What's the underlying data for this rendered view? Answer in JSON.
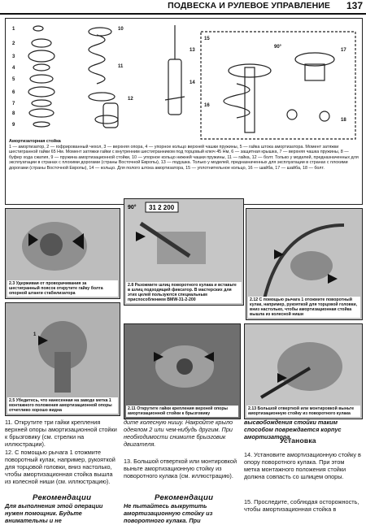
{
  "header": {
    "section_title": "ПОДВЕСКА И РУЛЕВОЕ УПРАВЛЕНИЕ",
    "page_number": "137"
  },
  "top_figure": {
    "caption_title": "Амортизаторная стойка",
    "caption_text": "1 — амортизатор, 2 — гофрированный чехол, 3 — верхняя опора, 4 — упорное кольцо верхней чашки пружины, 5 — гайка штока амортизатора. Момент затяжки шестигранной гайки 65 Нм. Момент затяжки гайки с внутренним шестигранником под торцовый ключ 45 Нм, 6 — защитная крышка, 7 — верхняя чашка пружины, 8 — буфер хода сжатия, 9 — пружина амортизационной стойки, 10 — упорное кольцо нижней чашки пружины, 11 — гайка, 12 — болт. Только у моделей, предназначенных для эксплуатации в странах с плохими дорогами (страны Восточной Европы), 13 — подушка. Только у моделей, предназначенных для эксплуатации в странах с плохими дорогами (страны Восточной Европы), 14 — кольцо. Для полого штока амортизатора, 15 — уплотнительное кольцо, 16 — шайба, 17 — шайба, 18 — болт.",
    "callouts": [
      "1",
      "2",
      "3",
      "4",
      "5",
      "6",
      "7",
      "8",
      "9",
      "10",
      "11",
      "12",
      "13",
      "14",
      "15",
      "16",
      "17",
      "18"
    ],
    "callout_90": "90°"
  },
  "panels": [
    {
      "id": "2.3",
      "caption": "2.3 Удерживая от проворачивания за шестигранный поясок открутите гайку болта опорной штанги стабилизатора"
    },
    {
      "id": "2.8",
      "caption": "2.8 Разожмите шлиц поворотного кулака и вставьте в шлиц подходящий фиксатор. В мастерских для этих целей пользуются специальным приспособлением BMW-31-2-200",
      "tool_label": "31 2 200",
      "angle_label": "90°"
    },
    {
      "id": "2.12",
      "caption": "2.12 С помощью рычага 1 отожмите поворотный кулак, например, рукояткой для торцовой головки, вниз настолько, чтобы амортизационная стойка вышла из колесной ниши"
    },
    {
      "id": "2.5",
      "caption": "2.5 Убедитесь, что нанесенная на заводе метка 1 монтажного положения амортизационной опоры отчетливо хорошо видна"
    },
    {
      "id": "2.11",
      "caption": "2.11 Открутите гайки крепления верхней опоры амортизационной стойки к брызговику"
    },
    {
      "id": "2.13",
      "caption": "2.13 Большой отверткой или монтировкой выньте амортизационную стойку из поворотного кулака"
    }
  ],
  "text": {
    "col1_p1": "11. Открутите три гайки крепления верхней опоры амортизационной стойки к брызговику (см. стрелки на иллюстрации).",
    "col1_p2": "12. С помощью рычага 1 отожмите поворотный кулак, например, рукояткой для торцовой головки, вниз настолько, чтобы амортизационная стойка вышла из колесной ниши (см. иллюстрацию).",
    "col1_heading": "Рекомендации",
    "col1_p3": "Для выполнения этой операции нужен помощник. Будьте внимательны и не",
    "col2_p1": "дите колесную нишу. Накройте крыло одеялом 2 или чем-нибудь другим. При необходимости снимите брызговик двигателя.",
    "col2_p2": "13. Большой отверткой или монтировкой выньте амортизационную стойку из поворотного кулака (см. иллюстрацию).",
    "col2_heading": "Рекомендации",
    "col2_p3": "Не пытайтесь выкрутить амортизационную стойку из поворотного кулака. При",
    "col3_p1": "высвобождения стойки таким способом повреждается корпус амортизатора.",
    "col3_heading": "Установка",
    "col3_p2": "14. Установите амортизационную стойку в опору поворотного кулака. При этом метка монтажного положения стойки должна совпасть со шлицем опоры.",
    "col3_p3": "15. Проследите, соблюдая осторожность, чтобы амортизационная стойка в"
  },
  "colors": {
    "ink": "#111111",
    "photo_light": "#c9c9c9",
    "photo_mid": "#a9a9a9",
    "photo_dark": "#7a7a7a"
  }
}
